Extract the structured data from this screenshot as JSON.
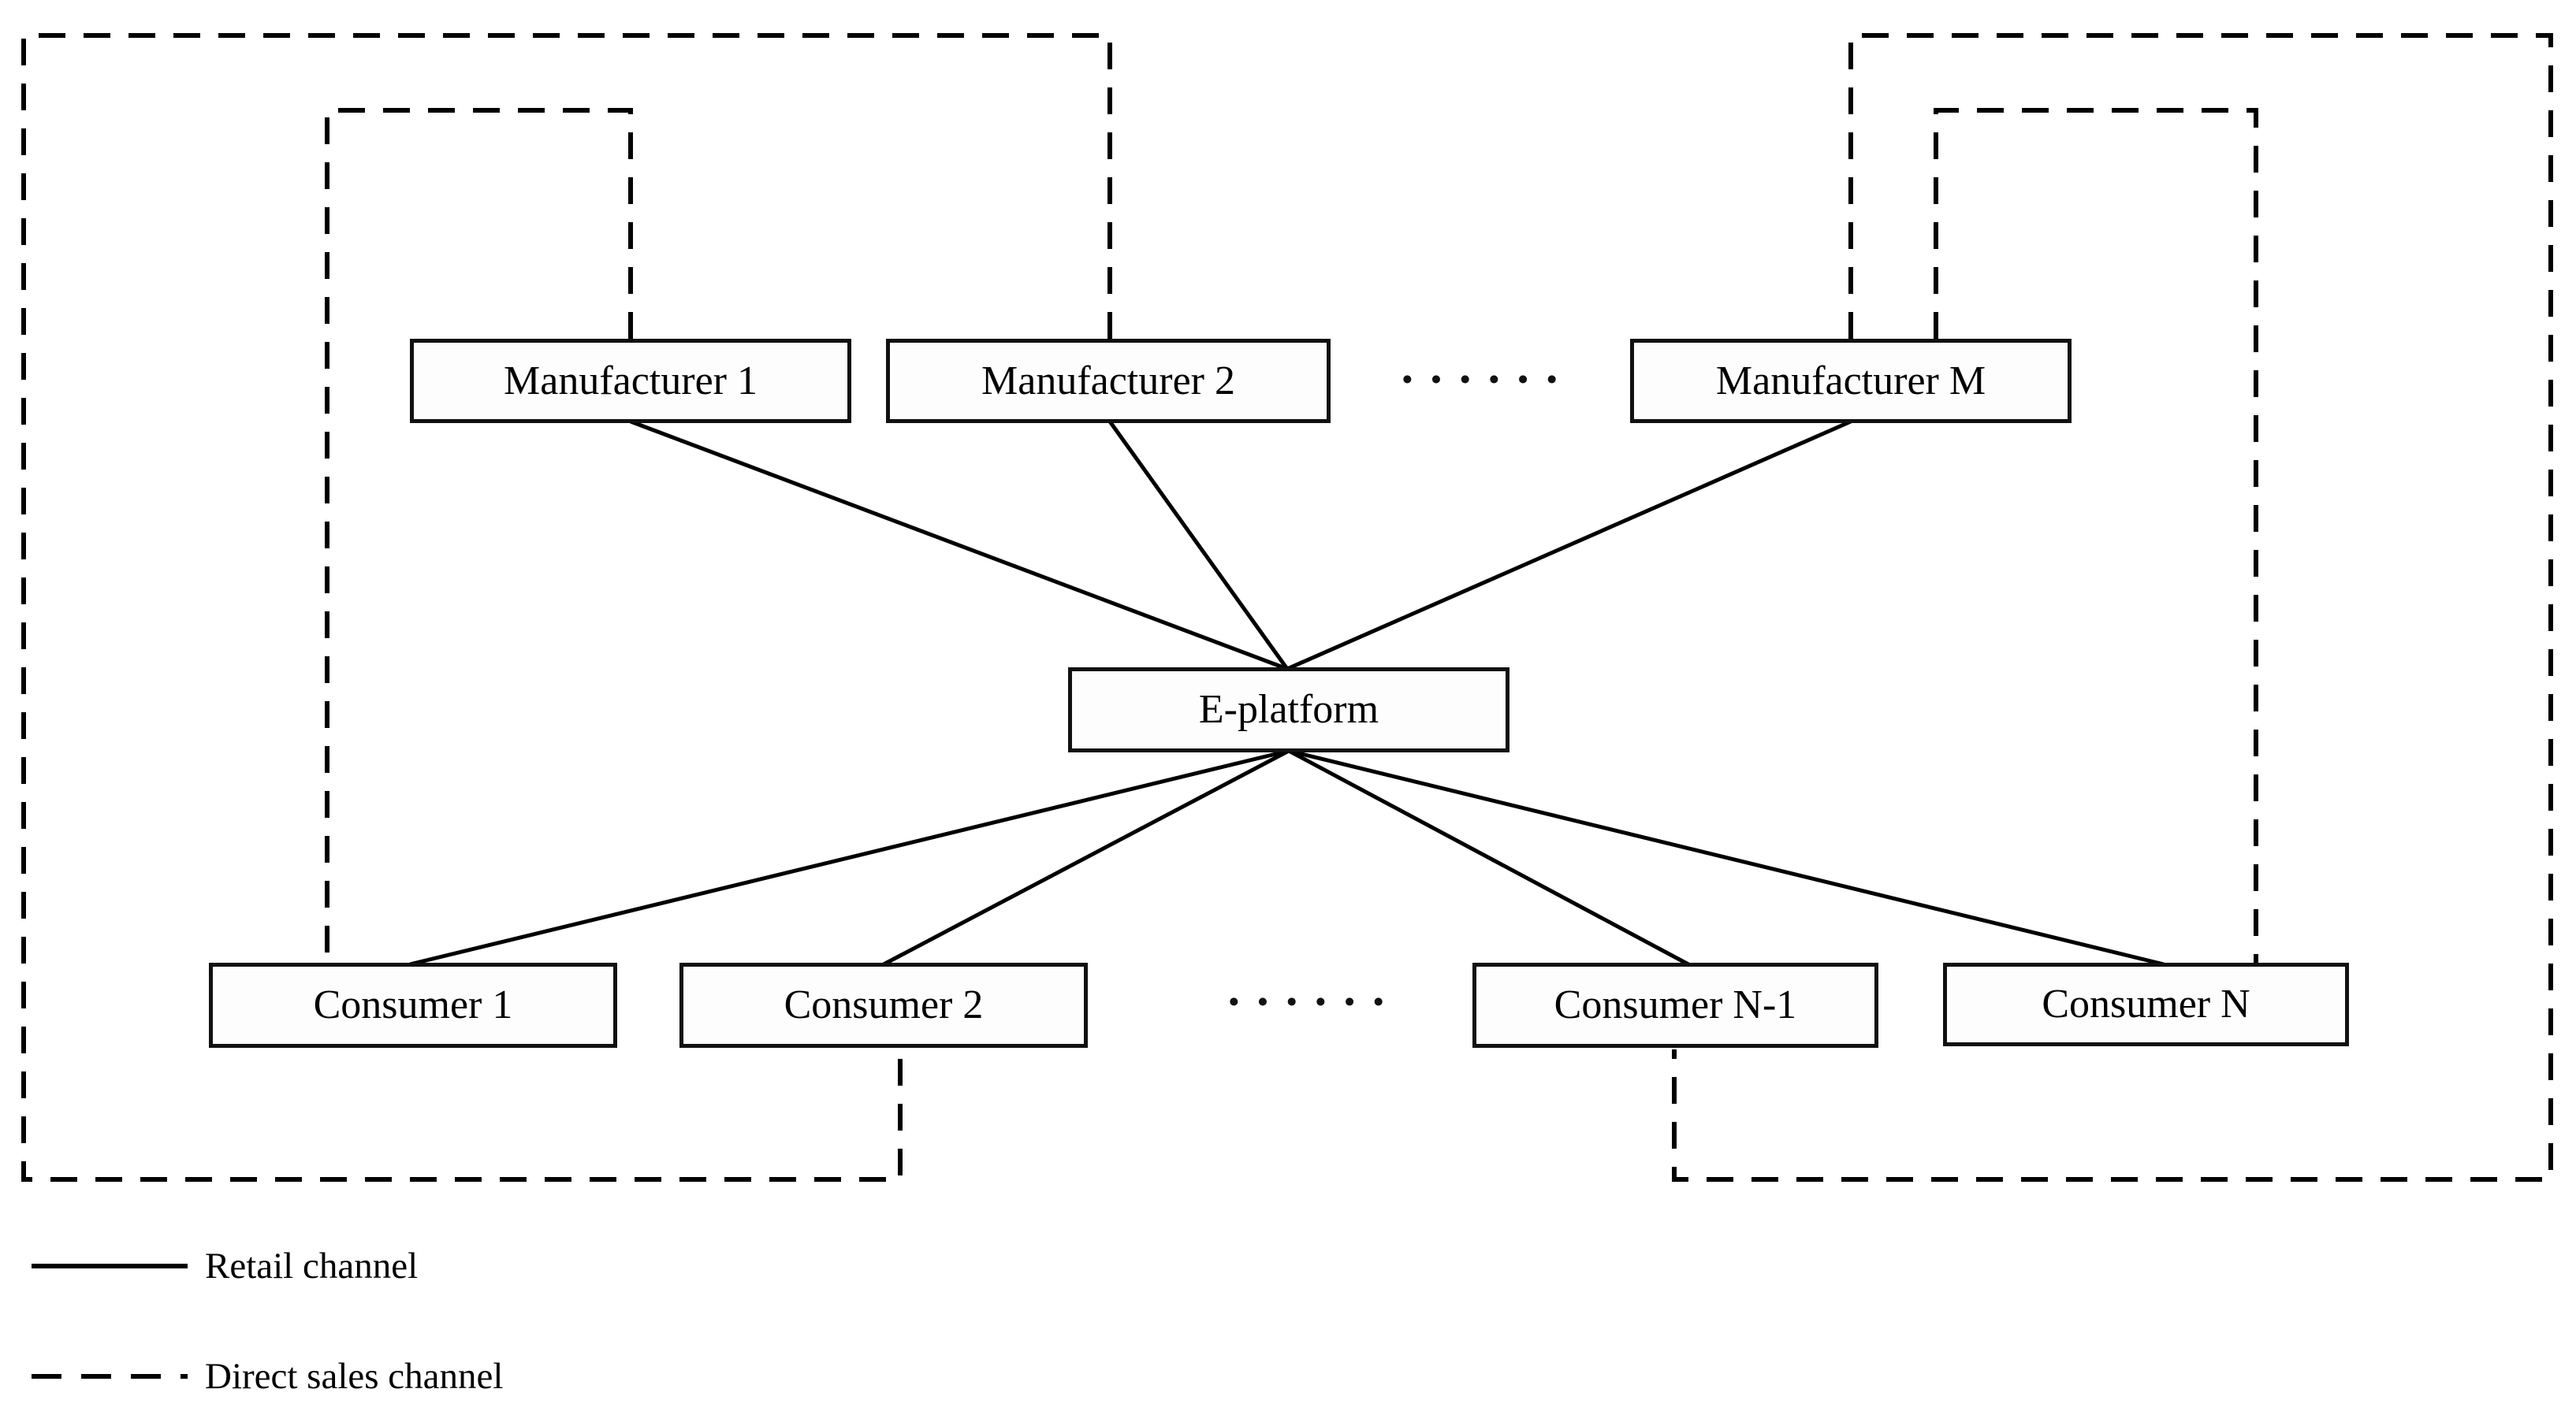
{
  "diagram": {
    "background_color": "#ffffff",
    "line_color": "#000000",
    "box_border_color": "#111111",
    "nodes": {
      "manufacturers": [
        {
          "label": "Manufacturer 1"
        },
        {
          "label": "Manufacturer 2"
        },
        {
          "label": "Manufacturer M"
        }
      ],
      "manufacturer_ellipsis": "······",
      "platform": {
        "label": "E-platform"
      },
      "consumers": [
        {
          "label": "Consumer 1"
        },
        {
          "label": "Consumer 2"
        },
        {
          "label": "Consumer N-1"
        },
        {
          "label": "Consumer N"
        }
      ],
      "consumer_ellipsis": "······"
    },
    "legend": [
      {
        "style": "solid",
        "label": "Retail channel"
      },
      {
        "style": "dashed",
        "label": "Direct sales channel"
      }
    ]
  }
}
